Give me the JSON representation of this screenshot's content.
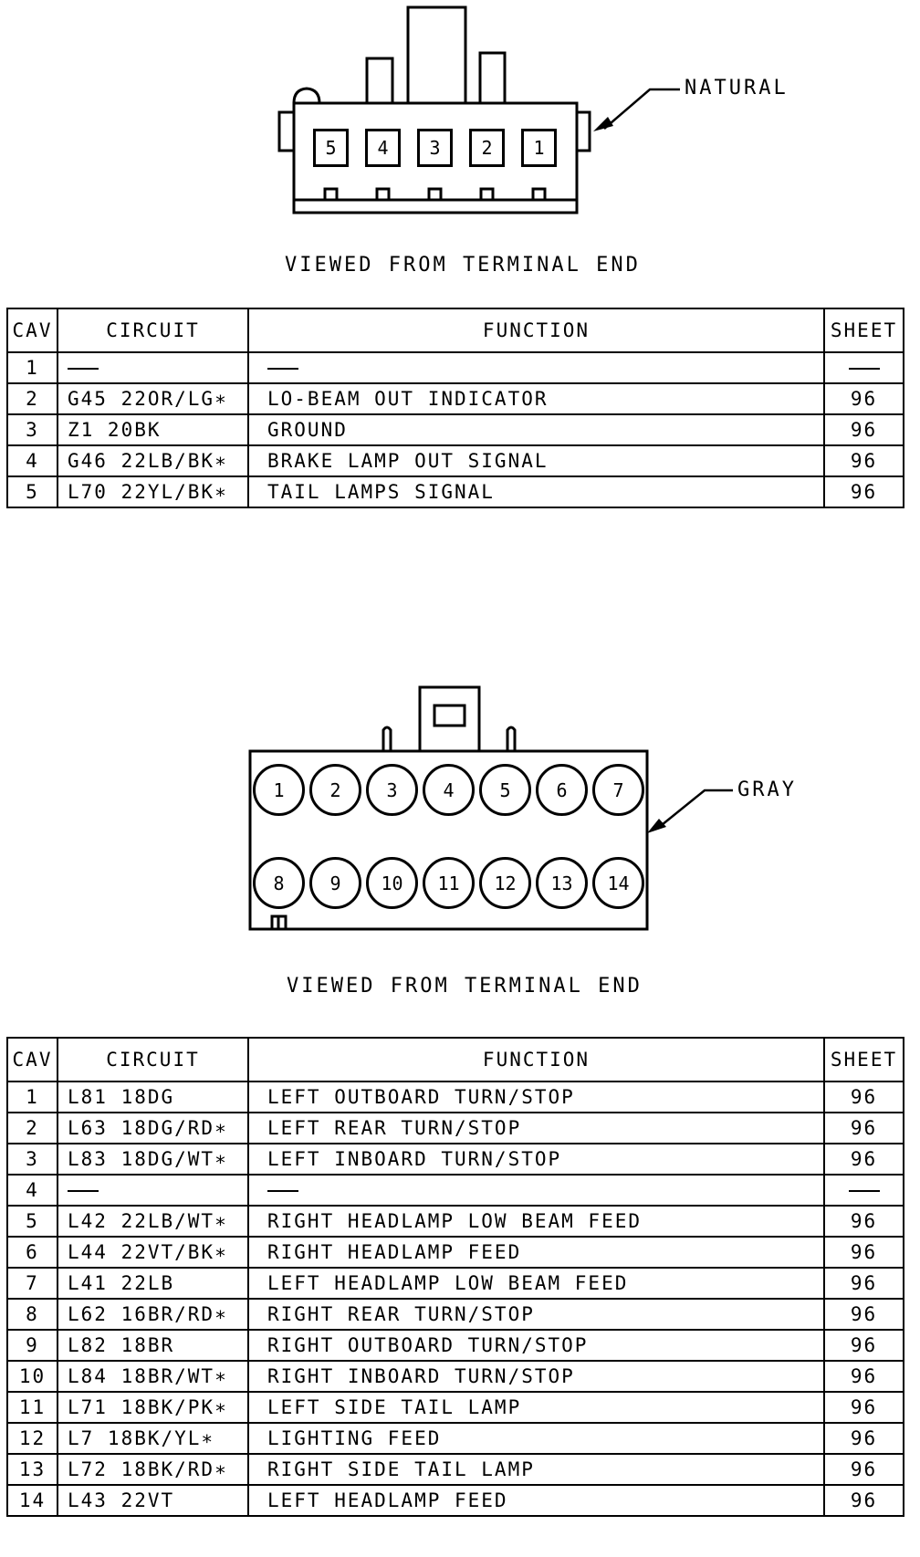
{
  "connector_5pin": {
    "color_label": "NATURAL",
    "view_label": "VIEWED FROM TERMINAL END",
    "pins": [
      "5",
      "4",
      "3",
      "2",
      "1"
    ],
    "headers": {
      "cav": "CAV",
      "circuit": "CIRCUIT",
      "function": "FUNCTION",
      "sheet": "SHEET"
    },
    "rows": [
      {
        "cav": "1",
        "circuit": "",
        "function": "",
        "sheet": ""
      },
      {
        "cav": "2",
        "circuit": "G45 22OR/LG∗",
        "function": "LO-BEAM OUT INDICATOR",
        "sheet": "96"
      },
      {
        "cav": "3",
        "circuit": "Z1 20BK",
        "function": "GROUND",
        "sheet": "96"
      },
      {
        "cav": "4",
        "circuit": "G46 22LB/BK∗",
        "function": "BRAKE LAMP OUT SIGNAL",
        "sheet": "96"
      },
      {
        "cav": "5",
        "circuit": "L70 22YL/BK∗",
        "function": "TAIL LAMPS SIGNAL",
        "sheet": "96"
      }
    ]
  },
  "connector_14pin": {
    "color_label": "GRAY",
    "view_label": "VIEWED FROM TERMINAL END",
    "pins_top": [
      "1",
      "2",
      "3",
      "4",
      "5",
      "6",
      "7"
    ],
    "pins_bottom": [
      "8",
      "9",
      "10",
      "11",
      "12",
      "13",
      "14"
    ],
    "headers": {
      "cav": "CAV",
      "circuit": "CIRCUIT",
      "function": "FUNCTION",
      "sheet": "SHEET"
    },
    "rows": [
      {
        "cav": "1",
        "circuit": "L81 18DG",
        "function": "LEFT OUTBOARD TURN/STOP",
        "sheet": "96"
      },
      {
        "cav": "2",
        "circuit": "L63 18DG/RD∗",
        "function": "LEFT REAR TURN/STOP",
        "sheet": "96"
      },
      {
        "cav": "3",
        "circuit": "L83 18DG/WT∗",
        "function": "LEFT INBOARD TURN/STOP",
        "sheet": "96"
      },
      {
        "cav": "4",
        "circuit": "",
        "function": "",
        "sheet": ""
      },
      {
        "cav": "5",
        "circuit": "L42 22LB/WT∗",
        "function": "RIGHT HEADLAMP LOW BEAM FEED",
        "sheet": "96"
      },
      {
        "cav": "6",
        "circuit": "L44 22VT/BK∗",
        "function": "RIGHT HEADLAMP FEED",
        "sheet": "96"
      },
      {
        "cav": "7",
        "circuit": "L41 22LB",
        "function": "LEFT HEADLAMP LOW BEAM FEED",
        "sheet": "96"
      },
      {
        "cav": "8",
        "circuit": "L62 16BR/RD∗",
        "function": "RIGHT REAR TURN/STOP",
        "sheet": "96"
      },
      {
        "cav": "9",
        "circuit": "L82 18BR",
        "function": "RIGHT OUTBOARD TURN/STOP",
        "sheet": "96"
      },
      {
        "cav": "10",
        "circuit": "L84 18BR/WT∗",
        "function": "RIGHT INBOARD TURN/STOP",
        "sheet": "96"
      },
      {
        "cav": "11",
        "circuit": "L71 18BK/PK∗",
        "function": "LEFT SIDE TAIL LAMP",
        "sheet": "96"
      },
      {
        "cav": "12",
        "circuit": "L7 18BK/YL∗",
        "function": "LIGHTING FEED",
        "sheet": "96"
      },
      {
        "cav": "13",
        "circuit": "L72 18BK/RD∗",
        "function": "RIGHT SIDE TAIL LAMP",
        "sheet": "96"
      },
      {
        "cav": "14",
        "circuit": "L43 22VT",
        "function": "LEFT HEADLAMP FEED",
        "sheet": "96"
      }
    ]
  }
}
